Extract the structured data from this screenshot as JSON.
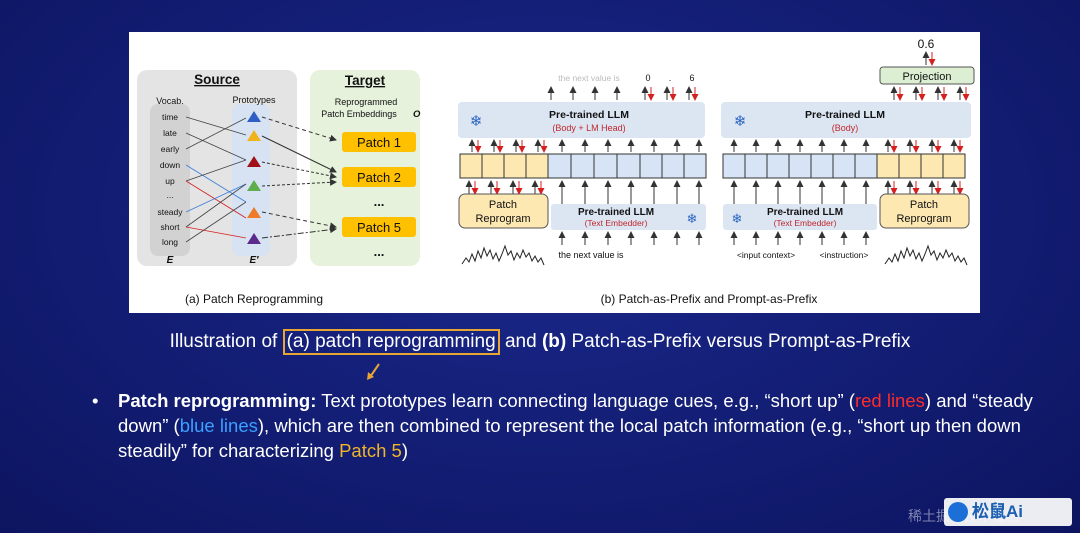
{
  "figure": {
    "panel_a": {
      "source_title": "Source",
      "target_title": "Target",
      "vocab_header": "Vocab.",
      "prototypes_header": "Prototypes",
      "target_subtitle_1": "Reprogrammed",
      "target_subtitle_2": "Patch Embeddings",
      "target_symbol": "O",
      "vocab_words": [
        "time",
        "late",
        "early",
        "down",
        "up",
        "...",
        "steady",
        "short",
        "long"
      ],
      "e_label": "E",
      "e_prime_label": "E′",
      "patches": [
        "Patch 1",
        "Patch 2",
        "...",
        "Patch 5",
        "..."
      ],
      "caption": "(a) Patch Reprogramming"
    },
    "panel_b": {
      "left_llm_title": "Pre-trained LLM",
      "left_llm_sub": "(Body + LM Head)",
      "top_tokens": [
        "the next value is",
        "0",
        ".",
        "6"
      ],
      "patch_reprogram": [
        "Patch",
        "Reprogram"
      ],
      "text_embedder_title": "Pre-trained LLM",
      "text_embedder_sub": "(Text Embedder)",
      "bottom_text_left": "the next value is",
      "right_llm_title": "Pre-trained LLM",
      "right_llm_sub": "(Body)",
      "projection": "Projection",
      "output_value": "0.6",
      "bottom_input_context": "<input context>",
      "bottom_instruction": "<instruction>",
      "caption": "(b) Patch-as-Prefix and Prompt-as-Prefix"
    }
  },
  "caption": {
    "prefix": "Illustration of ",
    "highlighted": "(a) patch reprogramming",
    "and_word": " and ",
    "part_b": "(b)",
    "suffix": " Patch-as-Prefix versus Prompt-as-Prefix"
  },
  "bullet": {
    "heading": "Patch reprogramming:",
    "t1": " Text prototypes learn connecting language cues, e.g., “short up” (",
    "red_lines": "red lines",
    "t2": ") and “steady down” (",
    "blue_lines": "blue lines",
    "t3": "), which are then combined to represent the local patch information (e.g., “short up then down steadily” for characterizing ",
    "patch5": "Patch 5",
    "t4": ")"
  },
  "watermark": {
    "ghost": "稀土掘金技术社区",
    "brand": "松鼠Ai"
  },
  "colors": {
    "background": "#141f78",
    "highlight_border": "#e7a531",
    "red_lines": "#ff2a2a",
    "blue_lines": "#3aa0ff",
    "patch_fill": "#ffc000"
  }
}
